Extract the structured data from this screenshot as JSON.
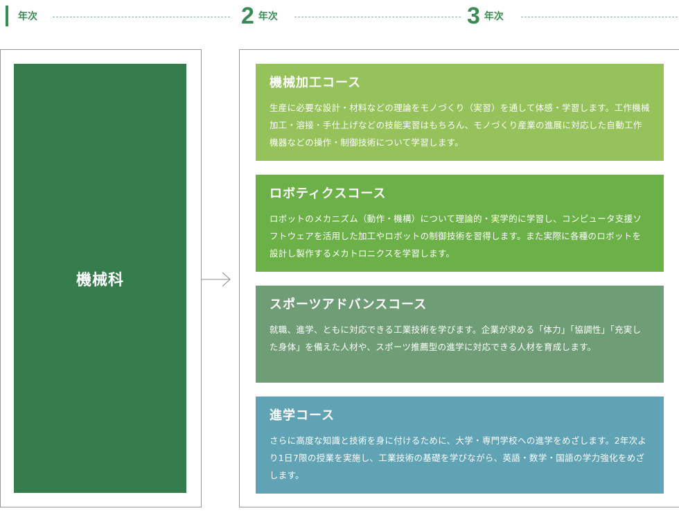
{
  "years": [
    {
      "number": "",
      "label": "年次"
    },
    {
      "number": "2",
      "label": "年次"
    },
    {
      "number": "3",
      "label": "年次"
    }
  ],
  "department": {
    "name": "機械科"
  },
  "courses": [
    {
      "title": "機械加工コース",
      "description": "生産に必要な設計・材料などの理論をモノづくり（実習）を通して体感・学習します。工作機械加工・溶接・手仕上げなどの技能実習はもちろん、モノづくり産業の進展に対応した自動工作機器などの操作・制御技術について学習します。",
      "color": "#95c25a"
    },
    {
      "title": "ロボティクスコース",
      "description": "ロボットのメカニズム（動作・機構）について理論的・実学的に学習し、コンピュータ支援ソフトウェアを活用した加工やロボットの制御技術を習得します。また実際に各種のロボットを設計し製作するメカトロニクスを学習します。",
      "color": "#6cb147"
    },
    {
      "title": "スポーツアドバンスコース",
      "description": "就職、進学、ともに対応できる工業技術を学びます。企業が求める「体力」「協調性」「充実した身体」を備えた人材や、スポーツ推薦型の進学に対応できる人材を育成します。",
      "color": "#6f9e76"
    },
    {
      "title": "進学コース",
      "description": "さらに高度な知識と技術を身に付けるために、大学・専門学校への進学をめざします。2年次より1日7限の授業を実施し、工業技術の基礎を学びながら、英語・数学・国語の学力強化をめざします。",
      "color": "#5fa3b5"
    }
  ],
  "colors": {
    "accent": "#3a8a55",
    "department": "#357d4d"
  }
}
